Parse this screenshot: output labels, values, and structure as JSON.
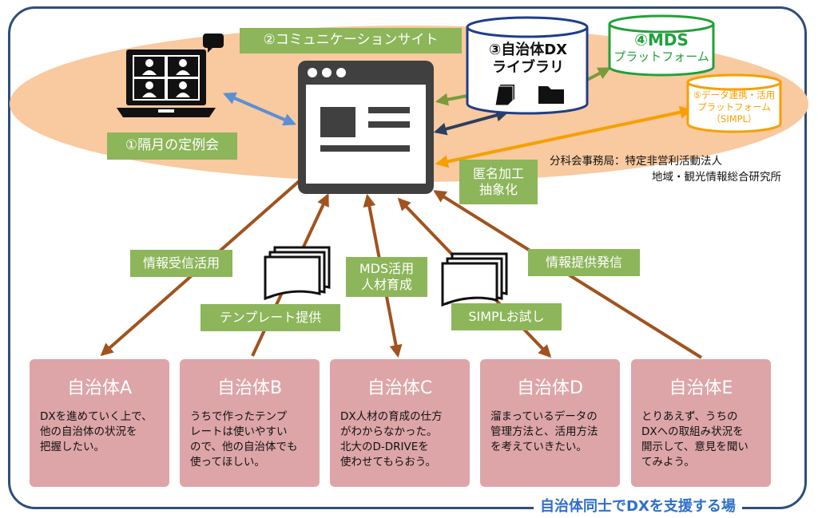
{
  "labels": {
    "meeting": "①隔月の定例会",
    "comm_site": "②コミュニケーションサイト",
    "library": [
      "③自治体DX",
      "ライブラリ"
    ],
    "mds": [
      "④MDS",
      "プラットフォーム"
    ],
    "simpl": [
      "⑤データ連携・活用",
      "プラットフォーム",
      "（SIMPL）"
    ],
    "anonymize": [
      "匿名加工",
      "抽象化"
    ],
    "secretariat": [
      "分科会事務局：特定非営利活動法人",
      "地域・観光情報総合研究所"
    ],
    "flows": {
      "receive": "情報受信活用",
      "template": "テンプレート提供",
      "mds_training": [
        "MDS活用",
        "人材育成"
      ],
      "simpl_trial": "SIMPLお試し",
      "provide": "情報提供発信"
    },
    "footer": "自治体同士でDXを支援する場"
  },
  "municipalities": [
    {
      "title": "自治体A",
      "text": "DXを進めていく上で、\n他の自治体の状況を\n把握したい。"
    },
    {
      "title": "自治体B",
      "text": "うちで作ったテンプ\nレートは使いやすい\nので、他の自治体でも\n使ってほしい。"
    },
    {
      "title": "自治体C",
      "text": "DX人材の育成の仕方\nがわからなかった。\n北大のD-DRIVEを\n使わせてもらおう。"
    },
    {
      "title": "自治体D",
      "text": "溜まっているデータの\n管理方法と、活用方法\nを考えていきたい。"
    },
    {
      "title": "自治体E",
      "text": "とりあえず、うちの\nDXへの取組み状況を\n開示して、意見を聞い\nてみよう。"
    }
  ],
  "colors": {
    "frame": "#2f4e7a",
    "ellipse": "#f9c99f",
    "label_green": "#8db55a",
    "card": "#dda5a8",
    "library_blue": "#1f3d8a",
    "mds_green": "#21a03a",
    "simpl_orange": "#f5a000",
    "arrow_brown": "#a0531f",
    "arrow_blue": "#5b8fd6",
    "footer_blue": "#2f6fc9"
  },
  "icons": {
    "meeting": "video-conference-laptop-icon",
    "site": "web-page-icon",
    "documents": "document-stack-icon"
  }
}
